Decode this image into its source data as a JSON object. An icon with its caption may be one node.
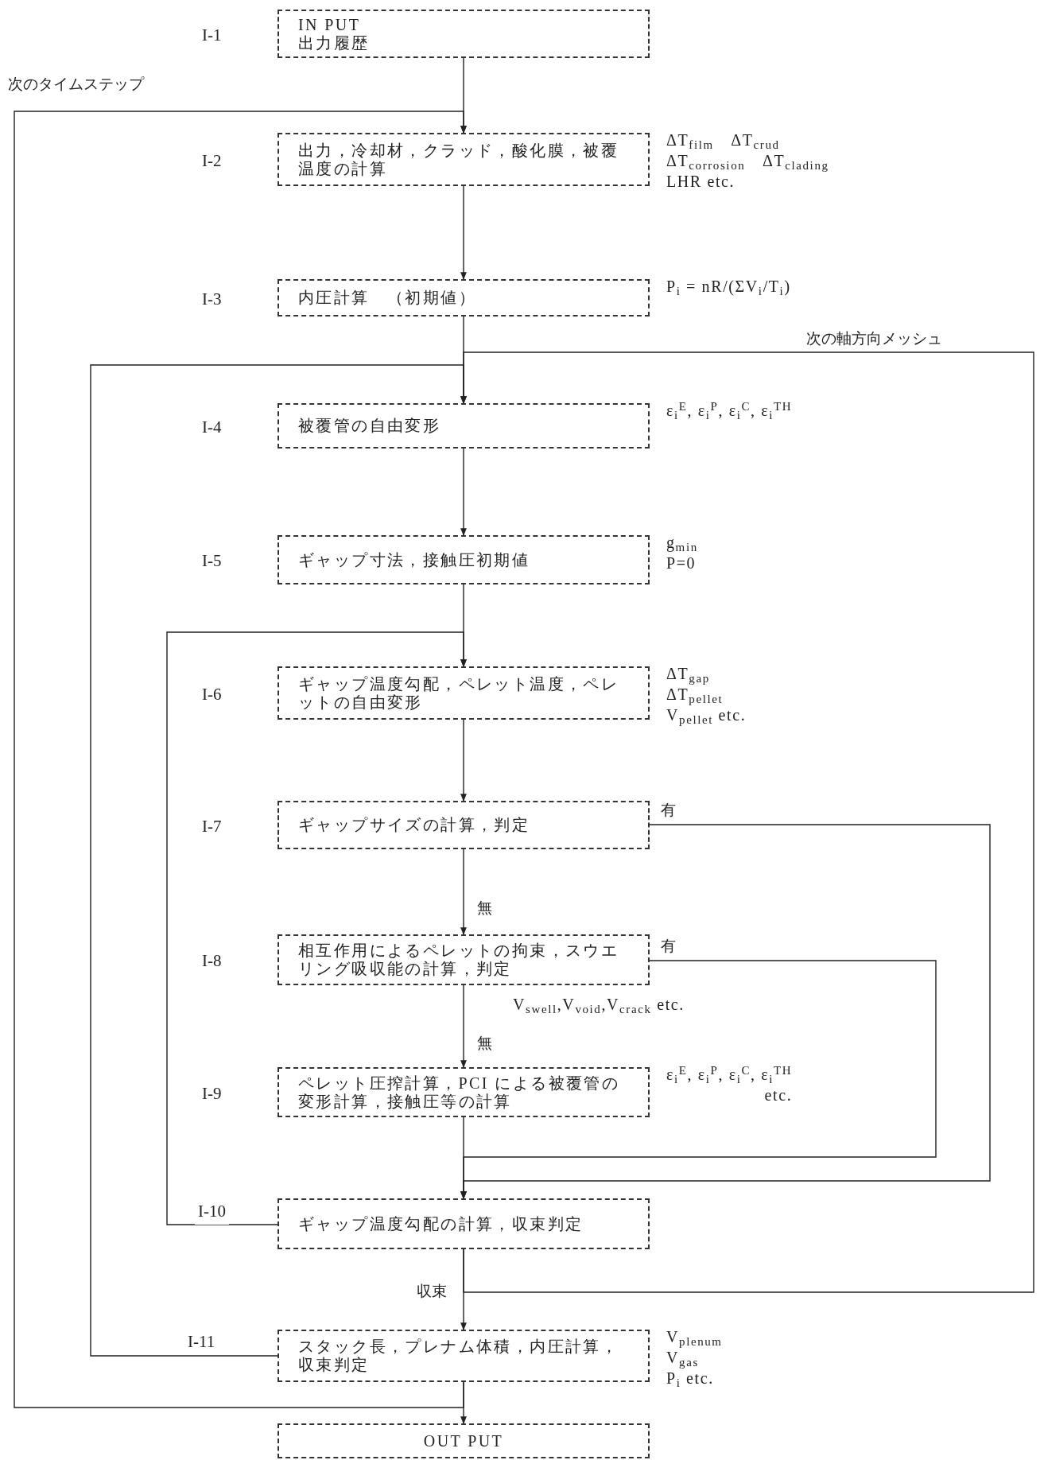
{
  "diagram": {
    "nodes": [
      {
        "text": [
          "IN PUT",
          "出力履歴"
        ],
        "beside": [
          "I-1"
        ]
      },
      {
        "text": [
          "出力，冷却材，クラッド，酸化膜，被覆温度の計算"
        ],
        "beside": [
          "I-2",
          "ΔT$_{film}$　ΔT$_{crud}$",
          "ΔT$_{corrosion}$　ΔT$_{clading}$",
          "LHR etc."
        ]
      },
      {
        "text": [
          "内圧計算　（初期値）"
        ],
        "beside": [
          "I-3",
          "P$_{i}$ = nR/(ΣV$_{i}$/T$_{i}$)"
        ]
      },
      {
        "text": [
          "被覆管の自由変形"
        ],
        "beside": [
          "I-4",
          "ε$_{i}$$^{E}$, ε$_{i}$$^{P}$, ε$_{i}$$^{C}$, ε$_{i}$$^{TH}$"
        ]
      },
      {
        "text": [
          "ギャップ寸法，接触圧初期値"
        ],
        "beside": [
          "I-5",
          "g$_{min}$",
          "P=0"
        ]
      },
      {
        "text": [
          "ギャップ温度勾配，ペレット温度，ペレットの自由変形"
        ],
        "beside": [
          "I-6",
          "ΔT$_{gap}$",
          "ΔT$_{pellet}$",
          "V$_{pellet}$ etc."
        ]
      },
      {
        "text": [
          "ギャップサイズの計算，判定"
        ],
        "beside": [
          "I-7"
        ]
      },
      {
        "text": [
          "相互作用によるペレットの拘束，スウエリング吸収能の計算，判定"
        ],
        "beside": [
          "I-8",
          "V$_{swell}$,V$_{void}$,V$_{crack}$ etc."
        ]
      },
      {
        "text": [
          "ペレット圧搾計算，PCI による被覆管の変形計算，接触圧等の計算"
        ],
        "beside": [
          "I-9",
          "ε$_{i}$$^{E}$, ε$_{i}$$^{P}$, ε$_{i}$$^{C}$, ε$_{i}$$^{TH}$",
          "etc."
        ]
      },
      {
        "text": [
          "ギャップ温度勾配の計算，収束判定"
        ],
        "beside": [
          "I-10"
        ]
      },
      {
        "text": [
          "スタック長，プレナム体積，内圧計算，収束判定"
        ],
        "beside": [
          "I-11",
          "V$_{plenum}$",
          "V$_{gas}$",
          "P$_{i}$ etc."
        ]
      },
      {
        "text": [
          "OUT PUT"
        ]
      }
    ],
    "edges": [
      {
        "from": 0,
        "to": 1,
        "arrow": "to"
      },
      {
        "from": 1,
        "to": 2,
        "arrow": "to"
      },
      {
        "from": 2,
        "to": 3,
        "arrow": "to"
      },
      {
        "from": 3,
        "to": 4,
        "arrow": "to"
      },
      {
        "from": 4,
        "to": 5,
        "arrow": "to"
      },
      {
        "from": 5,
        "to": 6,
        "arrow": "to"
      },
      {
        "from": 6,
        "to": 7,
        "arrow": "to",
        "label": "無"
      },
      {
        "from": 7,
        "to": 8,
        "arrow": "to",
        "label": "無"
      },
      {
        "from": 6,
        "to": 9,
        "arrow": "to",
        "label": "有"
      },
      {
        "from": 7,
        "to": 9,
        "arrow": "to",
        "label": "有"
      },
      {
        "from": 8,
        "to": 9,
        "arrow": "to"
      },
      {
        "from": 9,
        "to": 5,
        "arrow": "to"
      },
      {
        "from": 9,
        "to": 10,
        "arrow": "to",
        "label": "収束"
      },
      {
        "from": 9,
        "to": 3,
        "arrow": "to",
        "label": "次の軸方向メッシュ"
      },
      {
        "from": 10,
        "to": 3,
        "arrow": "to"
      },
      {
        "from": 10,
        "to": 1,
        "arrow": "to",
        "label": "次のタイムステップ"
      },
      {
        "from": 10,
        "to": 11,
        "arrow": "to"
      }
    ]
  }
}
